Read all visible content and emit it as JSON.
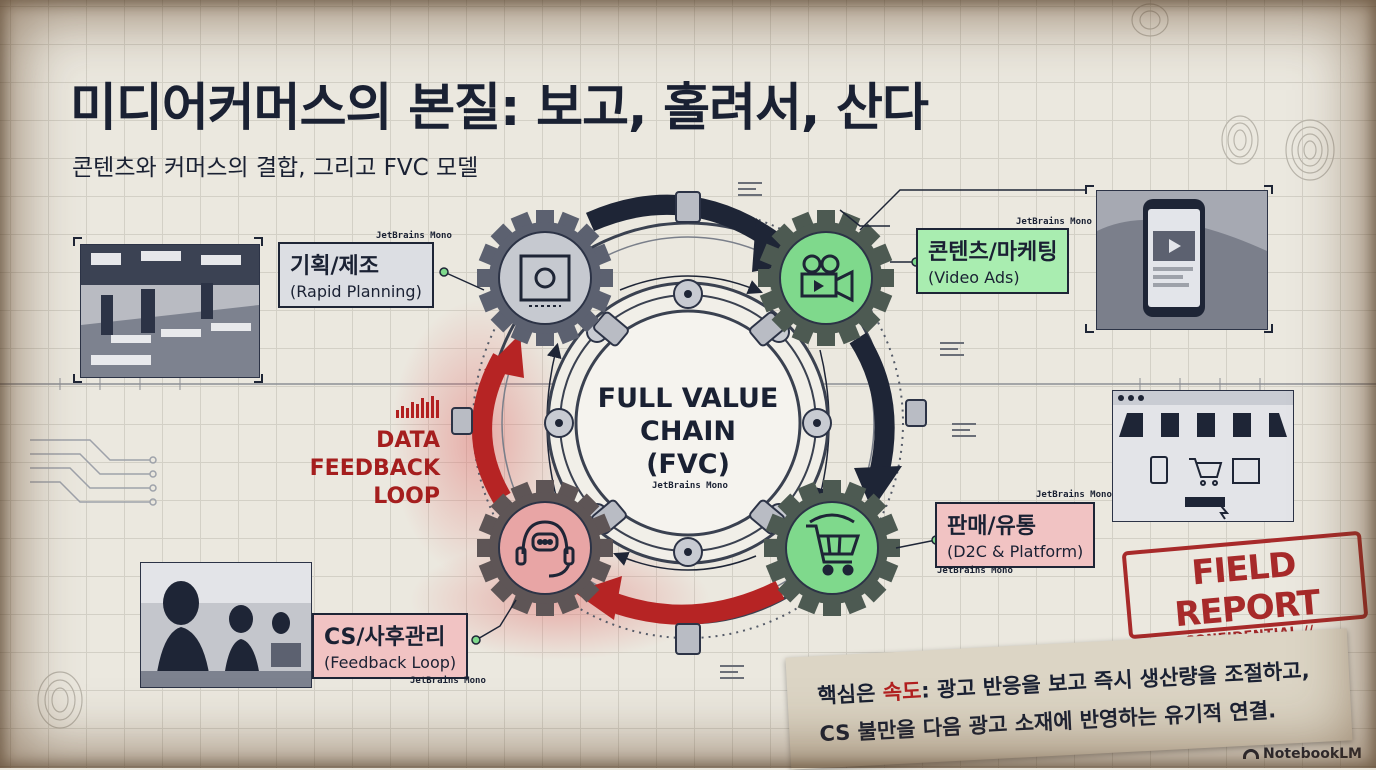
{
  "title": "미디어커머스의 본질: 보고, 홀려서, 산다",
  "subtitle": "콘텐츠와 커머스의 결합, 그리고 FVC 모델",
  "center": {
    "line1": "FULL VALUE",
    "line2": "CHAIN",
    "line3": "(FVC)"
  },
  "font_tag": "JetBrains Mono",
  "stages": {
    "planning": {
      "label": "기획/제조",
      "sub": "(Rapid Planning)",
      "color": "#dcdee3"
    },
    "marketing": {
      "label": "콘텐츠/마케팅",
      "sub": "(Video Ads)",
      "color": "#a9edb0"
    },
    "sales": {
      "label": "판매/유통",
      "sub": "(D2C & Platform)",
      "color": "#f1c3c3"
    },
    "cs": {
      "label": "CS/사후관리",
      "sub": "(Feedback Loop)",
      "color": "#f1c3c3"
    }
  },
  "feedback_loop": {
    "line1": "DATA",
    "line2": "FEEDBACK",
    "line3": "LOOP",
    "color": "#a51e1e"
  },
  "stamp": {
    "title": "FIELD REPORT",
    "sub": "CONFIDENTIAL // CONFIDENTIAL",
    "color": "#a72a2a"
  },
  "note": {
    "line1_pre": "핵심은 ",
    "line1_hi": "속도",
    "line1_post": ": 광고 반응을 보고 즉시 생산량을 조절하고,",
    "line2": "CS 불만을 다음 광고 소재에 반영하는 유기적 연결."
  },
  "brand": "NotebookLM",
  "colors": {
    "navy": "#1e2536",
    "green_gear": "#7fd98c",
    "red_gear": "#e8a5a5",
    "gray_gear": "#c6c9d0",
    "accent_red": "#b22020"
  }
}
